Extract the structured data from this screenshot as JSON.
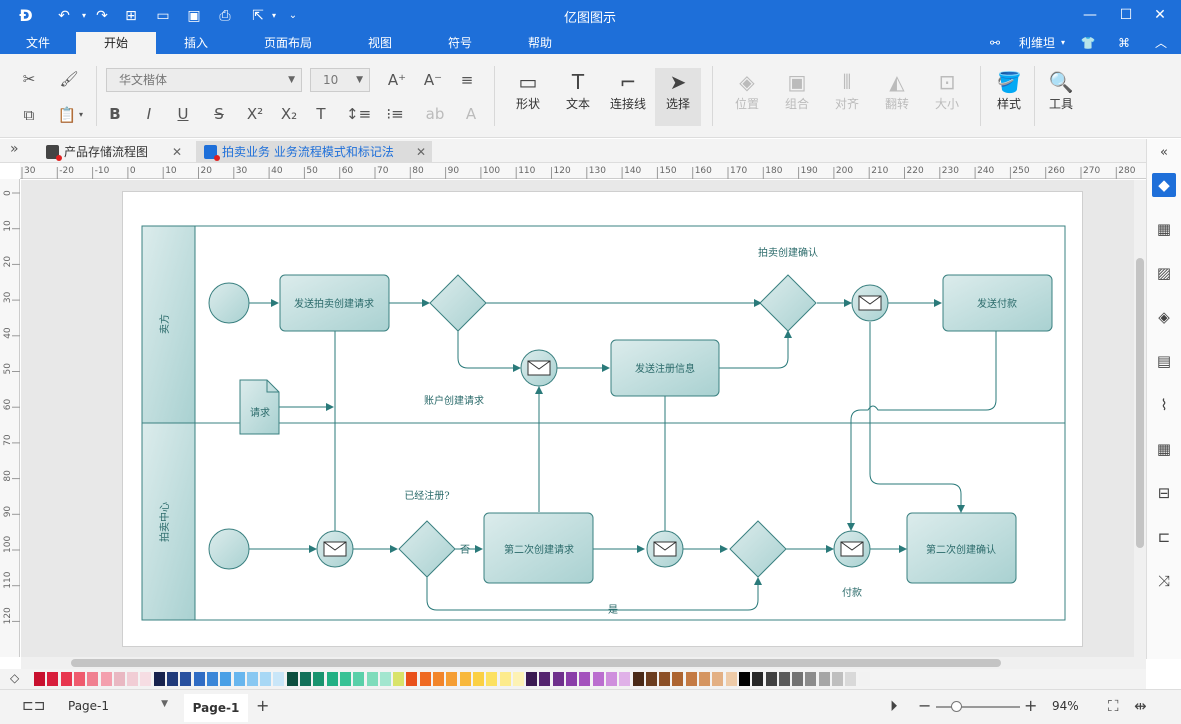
{
  "app": {
    "title": "亿图图示"
  },
  "menu": {
    "items": [
      "文件",
      "开始",
      "插入",
      "页面布局",
      "视图",
      "符号",
      "帮助"
    ],
    "active_index": 1
  },
  "user": {
    "name": "利维坦"
  },
  "ribbon": {
    "font_name": "华文楷体",
    "font_size": "10",
    "big_buttons": [
      "形状",
      "文本",
      "连接线",
      "选择"
    ],
    "arrange_buttons": [
      "位置",
      "组合",
      "对齐",
      "翻转",
      "大小"
    ],
    "style_label": "样式",
    "tools_label": "工具"
  },
  "tabs": [
    {
      "label": "产品存储流程图",
      "active": false
    },
    {
      "label": "拍卖业务 业务流程模式和标记法",
      "active": true
    }
  ],
  "ruler": {
    "h_ticks": [
      "30",
      "-20",
      "-10",
      "0",
      "10",
      "20",
      "30",
      "40",
      "50",
      "60",
      "70",
      "80",
      "90",
      "100",
      "110",
      "120",
      "130",
      "140",
      "150",
      "160",
      "170",
      "180",
      "190",
      "200",
      "210",
      "220",
      "230",
      "240",
      "250",
      "260",
      "270",
      "280"
    ],
    "v_ticks": [
      "0",
      "10",
      "20",
      "30",
      "40",
      "50",
      "60",
      "70",
      "80",
      "90",
      "100",
      "110",
      "120"
    ]
  },
  "diagram": {
    "lanes": [
      "卖方",
      "拍卖中心"
    ],
    "tasks": {
      "send_create_request": "发送拍卖创建请求",
      "send_register_info": "发送注册信息",
      "send_payment": "发送付款",
      "second_create_request": "第二次创建请求",
      "second_create_confirm": "第二次创建确认"
    },
    "document": "请求",
    "labels": {
      "create_confirm": "拍卖创建确认",
      "account_request": "账户创建请求",
      "registered": "已经注册?",
      "no": "否",
      "yes": "是",
      "payment": "付款"
    }
  },
  "status": {
    "page_selector": "Page-1",
    "page_tab": "Page-1",
    "zoom": "94%"
  }
}
